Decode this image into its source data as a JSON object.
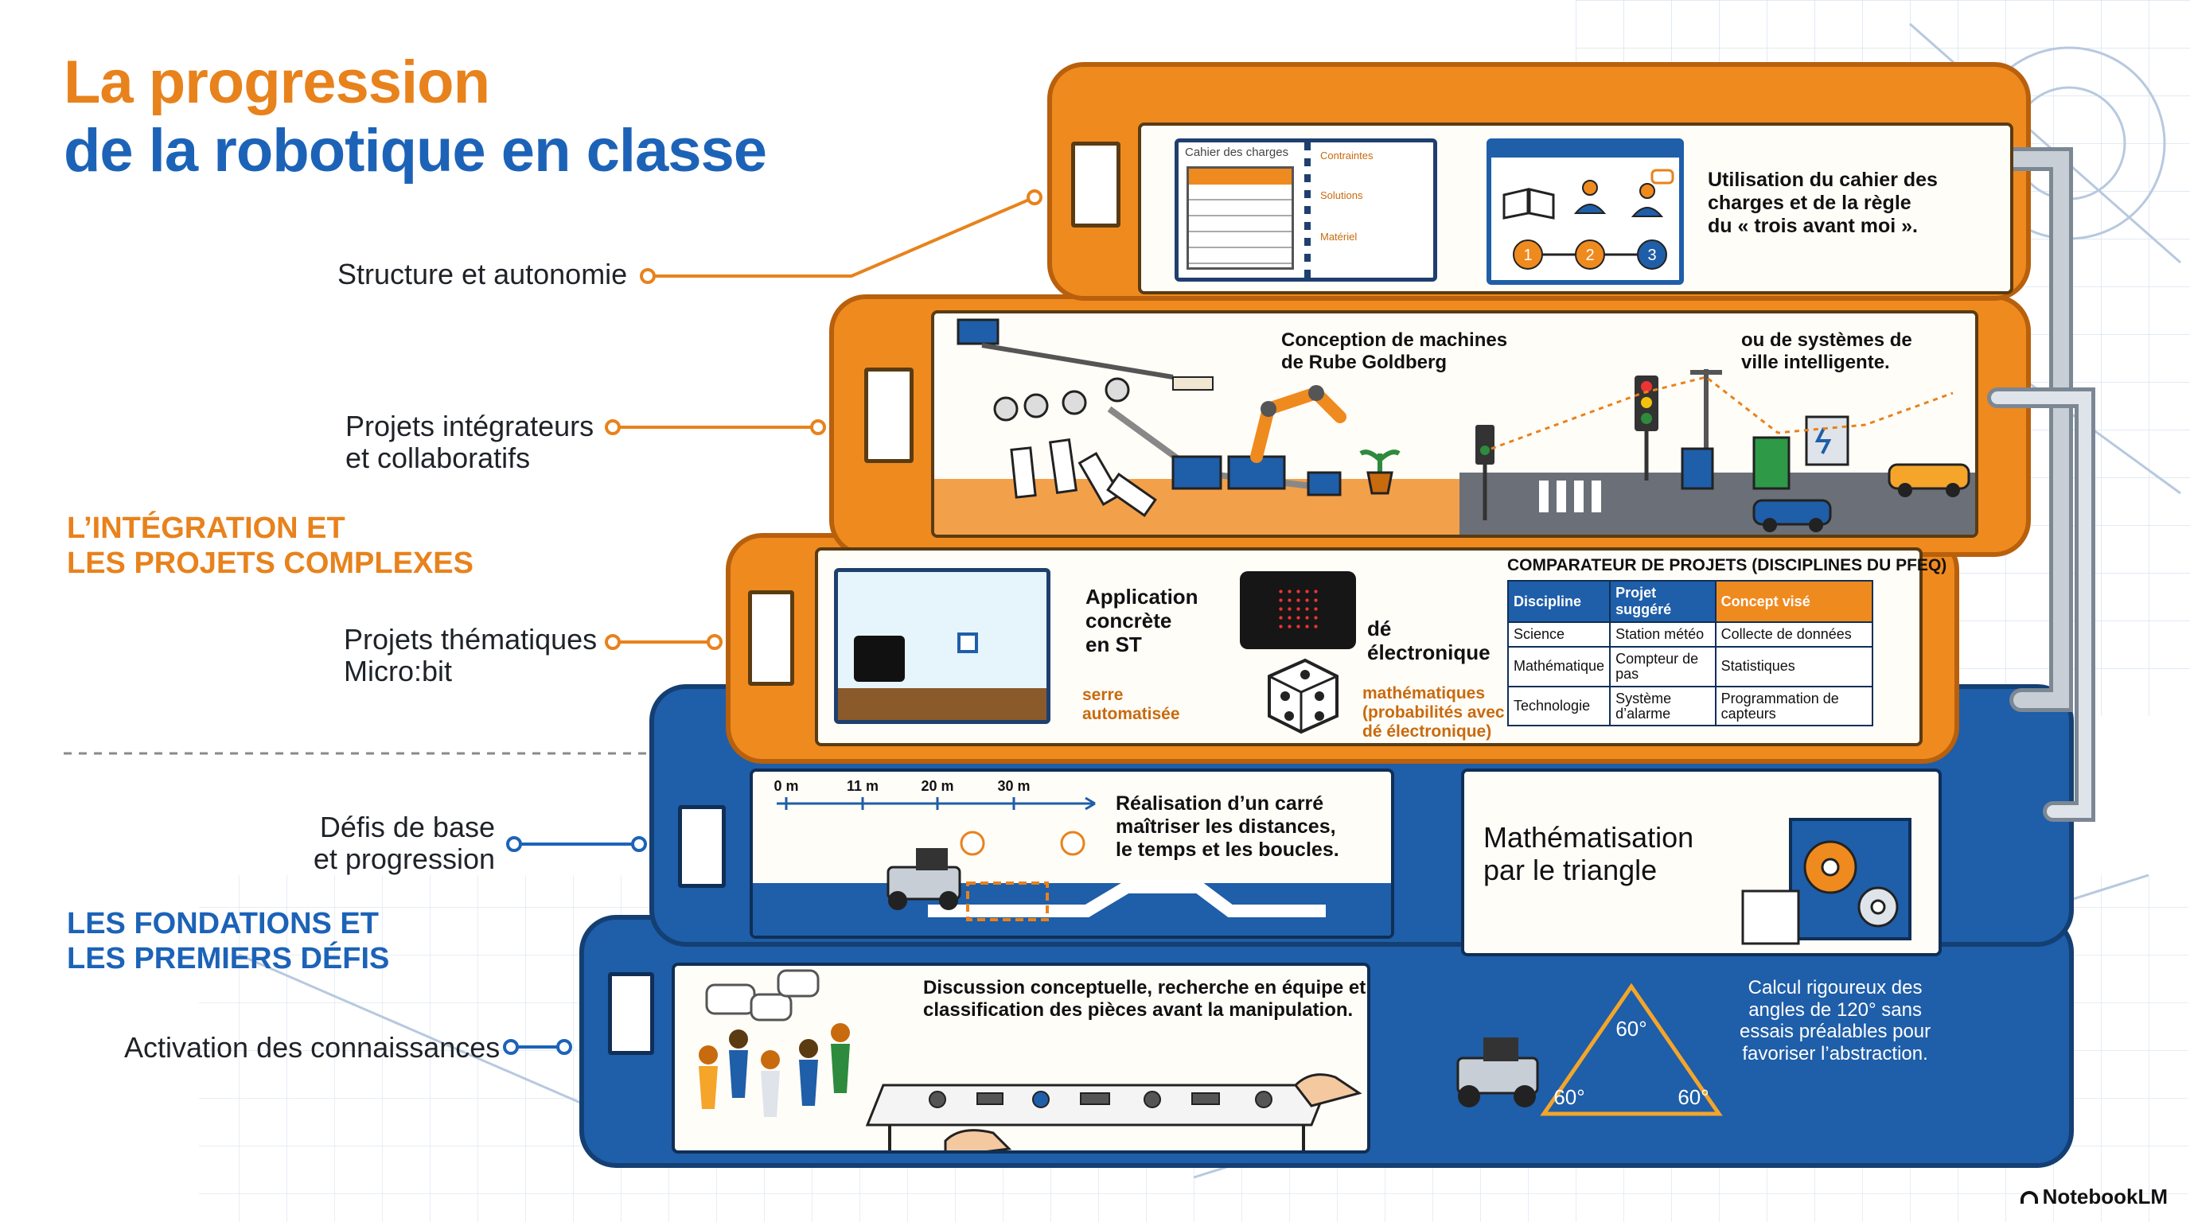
{
  "title": {
    "line1": "La progression",
    "line2": "de la robotique en classe"
  },
  "colors": {
    "orange": "#ef8a1f",
    "blue": "#1f5ea8",
    "title_orange": "#e8821c",
    "title_blue": "#1c63b8"
  },
  "labels": {
    "structure": "Structure et autonomie",
    "integrateurs_1": "Projets intégrateurs",
    "integrateurs_2": "et collaboratifs",
    "thematiques_1": "Projets thématiques",
    "thematiques_2": "Micro:bit",
    "defis_1": "Défis de base",
    "defis_2": "et progression",
    "activation": "Activation des connaissances"
  },
  "sections": {
    "integration_1": "L’INTÉGRATION ET",
    "integration_2": "LES PROJETS COMPLEXES",
    "fondations_1": "LES FONDATIONS ET",
    "fondations_2": "LES PREMIERS DÉFIS"
  },
  "tier_top": {
    "notebook_title": "Cahier des charges",
    "notebook_item1": "Contraintes",
    "notebook_item2": "Solutions",
    "notebook_item3": "Matériel",
    "steps": [
      "1",
      "2",
      "3"
    ],
    "caption_1": "Utilisation du cahier des",
    "caption_2": "charges et de la règle",
    "caption_3": "du « trois avant moi »."
  },
  "tier_projects": {
    "rube_1": "Conception de machines",
    "rube_2": "de Rube Goldberg",
    "city_1": "ou de systèmes de",
    "city_2": "ville intelligente."
  },
  "tier_microbit": {
    "app_1": "Application",
    "app_2": "concrète",
    "app_3": "en ST",
    "serre_1": "serre",
    "serre_2": "automatisée",
    "de_1": "dé",
    "de_2": "électronique",
    "maths_1": "mathématiques",
    "maths_2": "(probabilités avec",
    "maths_3": "dé électronique)"
  },
  "comparator": {
    "caption": "COMPARATEUR DE PROJETS (DISCIPLINES DU PFEQ)",
    "headers": [
      "Discipline",
      "Projet suggéré",
      "Concept visé"
    ],
    "rows": [
      [
        "Science",
        "Station météo",
        "Collecte de données"
      ],
      [
        "Mathématique",
        "Compteur de pas",
        "Statistiques"
      ],
      [
        "Technologie",
        "Système d’alarme",
        "Programmation de capteurs"
      ]
    ]
  },
  "tier_defis": {
    "distances": [
      "0 m",
      "11 m",
      "20 m",
      "30 m"
    ],
    "text_1": "Réalisation d’un carré",
    "text_2": "maîtriser les distances,",
    "text_3": "le temps et les boucles."
  },
  "tier_math": {
    "title_1": "Mathématisation",
    "title_2": "par le triangle",
    "angle_top": "60°",
    "angle_left": "60°",
    "angle_right": "60°",
    "calc_1": "Calcul rigoureux des",
    "calc_2": "angles de 120° sans",
    "calc_3": "essais préalables pour",
    "calc_4": "favoriser l’abstraction."
  },
  "tier_activation": {
    "text_1": "Discussion conceptuelle, recherche en équipe et",
    "text_2": "classification des pièces avant la manipulation."
  },
  "watermark": "NotebookLM"
}
